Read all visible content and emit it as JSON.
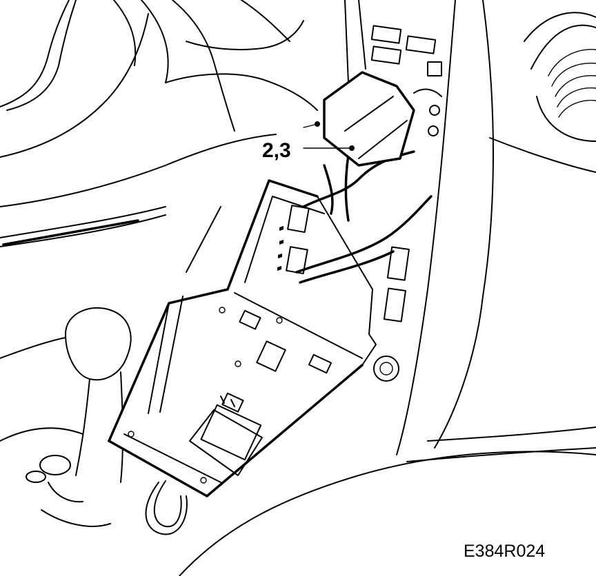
{
  "callouts": [
    {
      "id": "connectors",
      "label": "2,3"
    }
  ],
  "figure_id": "E384R024"
}
